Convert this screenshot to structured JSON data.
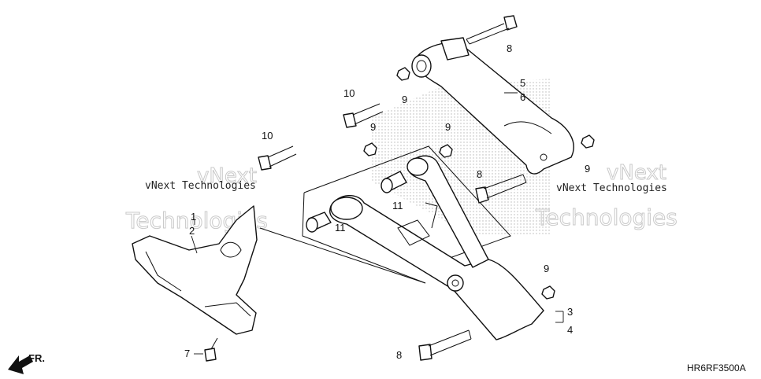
{
  "diagram_code": "HR6RF3500A",
  "direction_label": "FR.",
  "watermarks": {
    "primary": "vNext Technologies",
    "large_line1": "vNext",
    "large_line2": "Technologies"
  },
  "callouts": [
    {
      "id": "c1",
      "text": "1"
    },
    {
      "id": "c2",
      "text": "2"
    },
    {
      "id": "c3",
      "text": "3"
    },
    {
      "id": "c4",
      "text": "4"
    },
    {
      "id": "c5",
      "text": "5"
    },
    {
      "id": "c6",
      "text": "6"
    },
    {
      "id": "c7",
      "text": "7"
    },
    {
      "id": "c8a",
      "text": "8"
    },
    {
      "id": "c8b",
      "text": "8"
    },
    {
      "id": "c8c",
      "text": "8"
    },
    {
      "id": "c9a",
      "text": "9"
    },
    {
      "id": "c9b",
      "text": "9"
    },
    {
      "id": "c9c",
      "text": "9"
    },
    {
      "id": "c9d",
      "text": "9"
    },
    {
      "id": "c9e",
      "text": "9"
    },
    {
      "id": "c10a",
      "text": "10"
    },
    {
      "id": "c10b",
      "text": "10"
    },
    {
      "id": "c11a",
      "text": "11"
    },
    {
      "id": "c11b",
      "text": "11"
    }
  ]
}
